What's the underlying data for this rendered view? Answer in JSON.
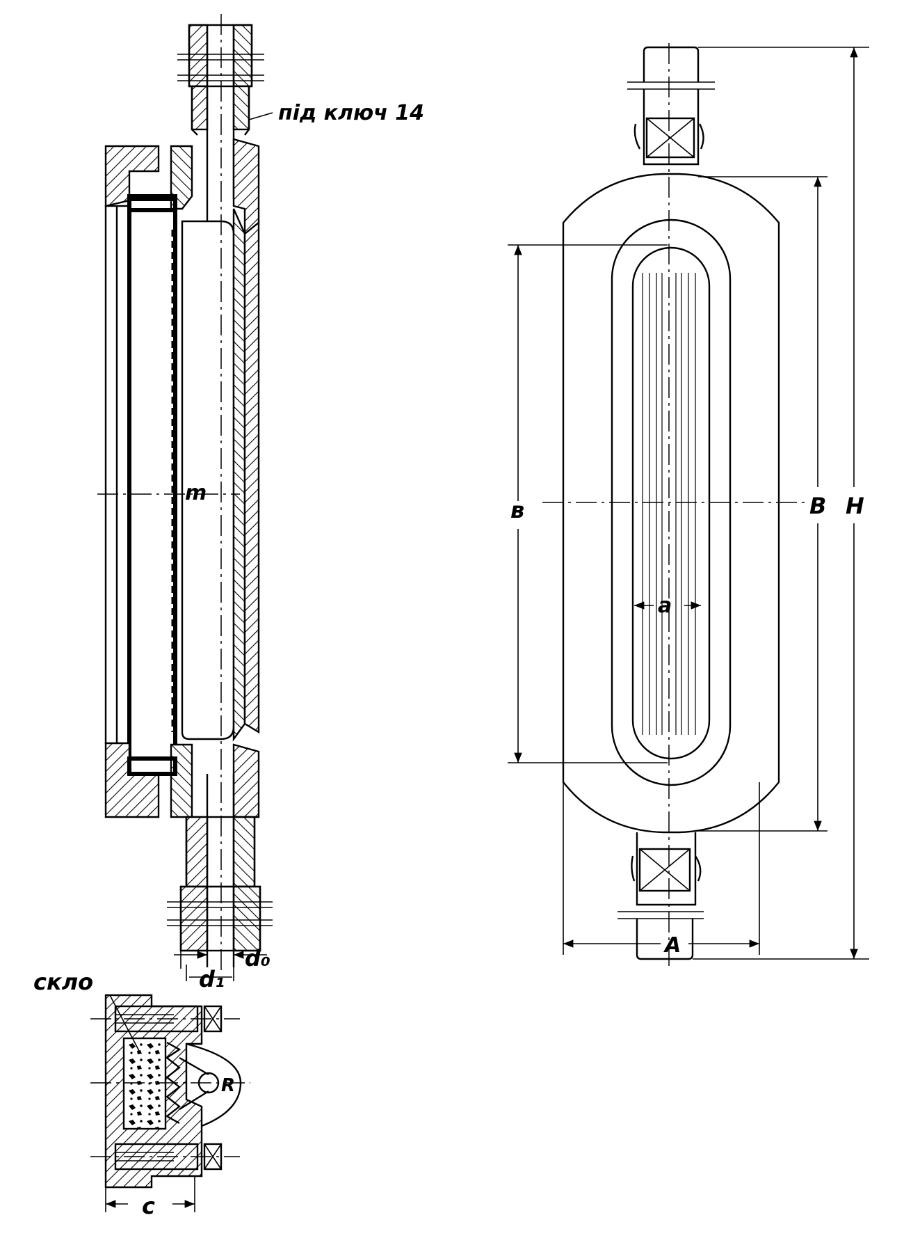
{
  "labels": {
    "wrench": "під ключ 14",
    "glass": "скло",
    "m": "m",
    "d0": "d₀",
    "d1": "d₁",
    "c": "c",
    "R": "R",
    "b": "в",
    "a": "a",
    "B": "B",
    "H": "H",
    "A": "A"
  }
}
